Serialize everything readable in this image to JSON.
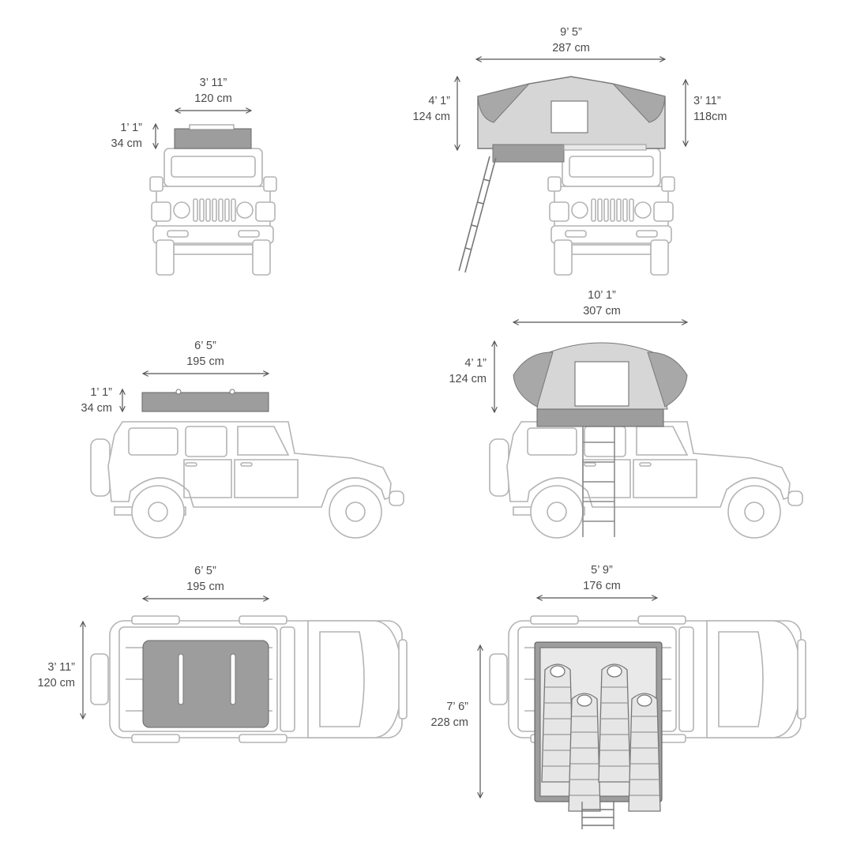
{
  "views": {
    "front_closed": {
      "width": {
        "imperial": "3’ 11”",
        "metric": "120 cm"
      },
      "height": {
        "imperial": "1’ 1”",
        "metric": "34 cm"
      }
    },
    "front_open": {
      "width": {
        "imperial": "9’ 5”",
        "metric": "287 cm"
      },
      "height_left": {
        "imperial": "4’ 1”",
        "metric": "124 cm"
      },
      "height_right": {
        "imperial": "3’ 11”",
        "metric": "118cm"
      }
    },
    "side_closed": {
      "length": {
        "imperial": "6’ 5”",
        "metric": "195 cm"
      },
      "height": {
        "imperial": "1’ 1”",
        "metric": "34 cm"
      }
    },
    "side_open": {
      "length": {
        "imperial": "10’ 1”",
        "metric": "307 cm"
      },
      "height": {
        "imperial": "4’ 1”",
        "metric": "124 cm"
      }
    },
    "top_closed": {
      "length": {
        "imperial": "6’ 5”",
        "metric": "195 cm"
      },
      "width": {
        "imperial": "3’ 11”",
        "metric": "120 cm"
      }
    },
    "top_open": {
      "width": {
        "imperial": "5’ 9”",
        "metric": "176 cm"
      },
      "length": {
        "imperial": "7’ 6”",
        "metric": "228 cm"
      }
    }
  },
  "colors": {
    "line": "#b4b4b4",
    "tent_dark": "#9d9d9d",
    "tent_light": "#d6d6d6",
    "text": "#4a4a4a"
  }
}
